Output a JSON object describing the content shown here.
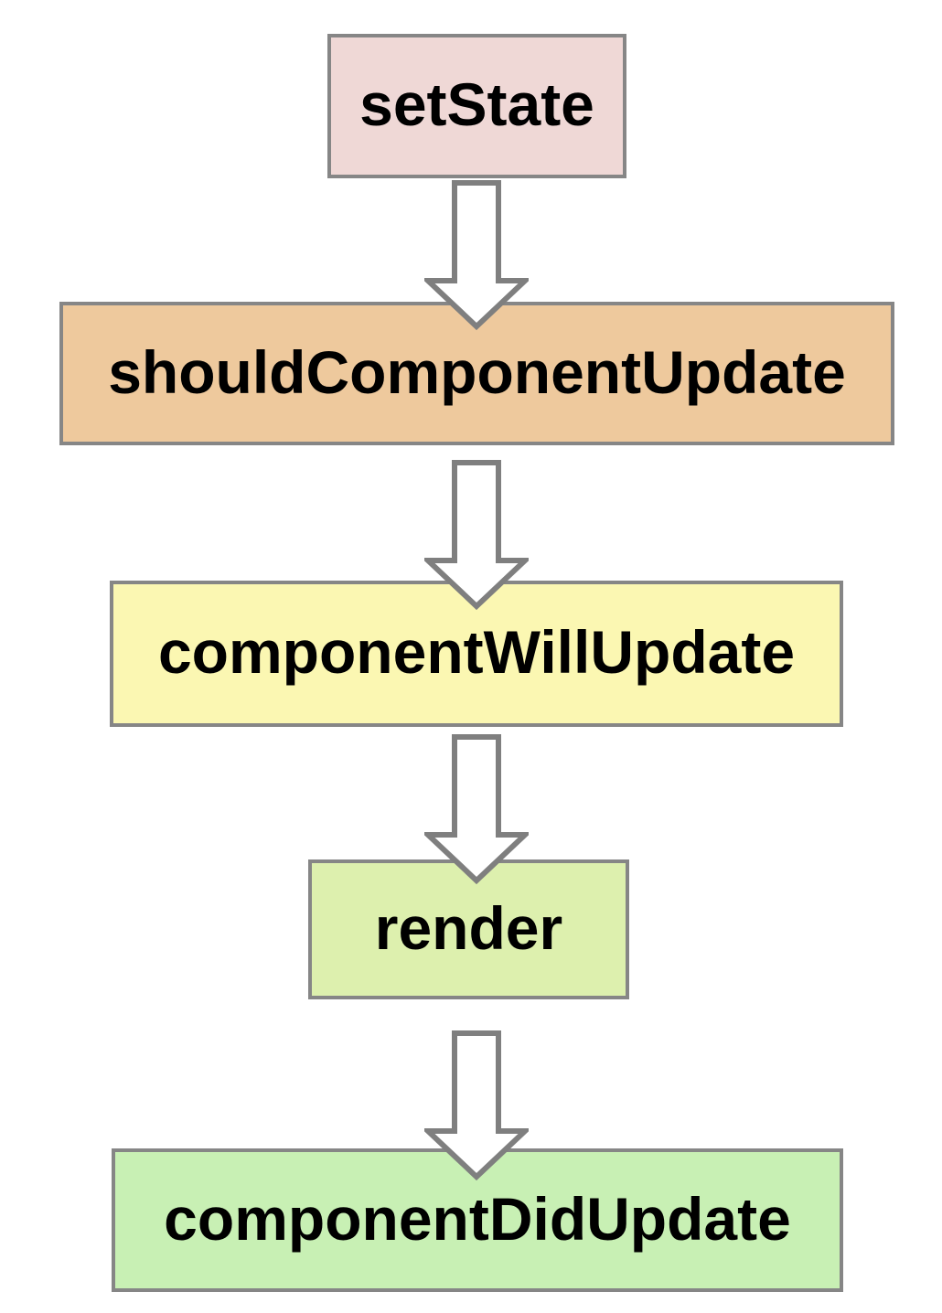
{
  "diagram": {
    "type": "flowchart",
    "direction": "top-to-bottom",
    "nodes": [
      {
        "id": "setState",
        "label": "setState",
        "fill": "#efd8d6"
      },
      {
        "id": "shouldComponentUpdate",
        "label": "shouldComponentUpdate",
        "fill": "#eec99d"
      },
      {
        "id": "componentWillUpdate",
        "label": "componentWillUpdate",
        "fill": "#fbf7b2"
      },
      {
        "id": "render",
        "label": "render",
        "fill": "#ddf0ae"
      },
      {
        "id": "componentDidUpdate",
        "label": "componentDidUpdate",
        "fill": "#c8f0b4"
      }
    ],
    "edges": [
      {
        "from": "setState",
        "to": "shouldComponentUpdate",
        "style": "hollow-down-arrow"
      },
      {
        "from": "shouldComponentUpdate",
        "to": "componentWillUpdate",
        "style": "hollow-down-arrow"
      },
      {
        "from": "componentWillUpdate",
        "to": "render",
        "style": "hollow-down-arrow"
      },
      {
        "from": "render",
        "to": "componentDidUpdate",
        "style": "hollow-down-arrow"
      }
    ],
    "colors": {
      "node_border": "#868686",
      "arrow_outline": "#7f7f7f",
      "arrow_fill": "#ffffff",
      "text": "#000000",
      "background": "#ffffff"
    }
  }
}
